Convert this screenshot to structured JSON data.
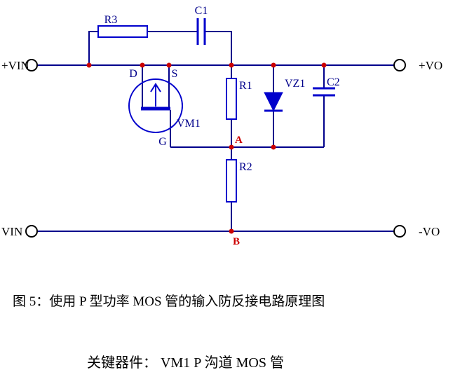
{
  "diagram": {
    "terminals": {
      "top_left": "+VIN",
      "top_right": "+VO",
      "bottom_left": "VIN",
      "bottom_right": "-VO"
    },
    "components": {
      "r3": "R3",
      "c1": "C1",
      "r1": "R1",
      "r2": "R2",
      "vz1": "VZ1",
      "c2": "C2",
      "vm1": "VM1",
      "drain": "D",
      "source": "S",
      "gate": "G"
    },
    "nodes": {
      "a": "A",
      "b": "B"
    },
    "colors": {
      "wire": "#00008b",
      "component": "#0000cc",
      "junction_dot": "#cc0000",
      "node_label": "#cc0000",
      "text": "#000000",
      "background": "#ffffff"
    }
  },
  "caption": {
    "figure_label": "图 5：",
    "text": "使用 P 型功率 MOS 管的输入防反接电路原理图"
  },
  "footer": {
    "text": "关键器件：  VM1   P 沟道 MOS 管"
  }
}
